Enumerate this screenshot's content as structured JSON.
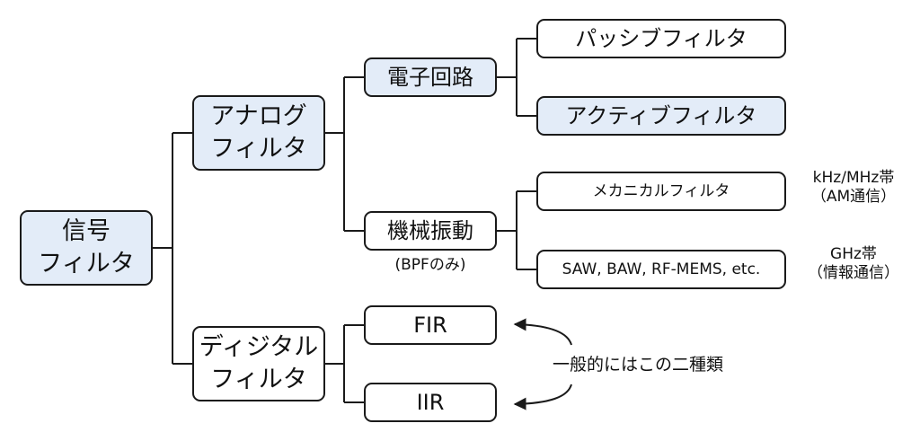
{
  "nodes": {
    "signal_filter": "信号\nフィルタ",
    "analog_filter": "アナログ\nフィルタ",
    "digital_filter": "ディジタル\nフィルタ",
    "electronic_circuit": "電子回路",
    "mechanical_vibration": "機械振動",
    "passive_filter": "パッシブフィルタ",
    "active_filter": "アクティブフィルタ",
    "mechanical_filter": "メカニカルフィルタ",
    "saw_baw": "SAW, BAW, RF-MEMS, etc.",
    "fir": "FIR",
    "iir": "IIR"
  },
  "notes": {
    "bpf_only": "(BPFのみ)",
    "khz_mhz": "kHz/MHz帯\n（AM通信）",
    "ghz": "GHz帯\n（情報通信）",
    "two_types": "一般的にはこの二種類"
  },
  "colors": {
    "highlight_fill": "#e3ecf8",
    "plain_fill": "#ffffff",
    "line": "#1a1a1a"
  }
}
